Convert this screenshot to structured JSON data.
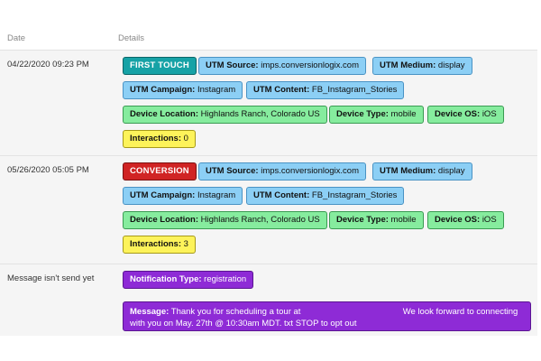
{
  "table": {
    "col_date": "Date",
    "col_details": "Details"
  },
  "rows": [
    {
      "date": "04/22/2020 09:23 PM",
      "event": "FIRST TOUCH",
      "utm_source_key": "UTM Source:",
      "utm_source_val": "imps.conversionlogix.com",
      "utm_medium_key": "UTM Medium:",
      "utm_medium_val": "display",
      "utm_campaign_key": "UTM Campaign:",
      "utm_campaign_val": "Instagram",
      "utm_content_key": "UTM Content:",
      "utm_content_val": "FB_Instagram_Stories",
      "device_location_key": "Device Location:",
      "device_location_val": "Highlands Ranch, Colorado US",
      "device_type_key": "Device Type:",
      "device_type_val": "mobile",
      "device_os_key": "Device OS:",
      "device_os_val": "iOS",
      "interactions_key": "Interactions:",
      "interactions_val": "0"
    },
    {
      "date": "05/26/2020 05:05 PM",
      "event": "CONVERSION",
      "utm_source_key": "UTM Source:",
      "utm_source_val": "imps.conversionlogix.com",
      "utm_medium_key": "UTM Medium:",
      "utm_medium_val": "display",
      "utm_campaign_key": "UTM Campaign:",
      "utm_campaign_val": "Instagram",
      "utm_content_key": "UTM Content:",
      "utm_content_val": "FB_Instagram_Stories",
      "device_location_key": "Device Location:",
      "device_location_val": "Highlands Ranch, Colorado US",
      "device_type_key": "Device Type:",
      "device_type_val": "mobile",
      "device_os_key": "Device OS:",
      "device_os_val": "iOS",
      "interactions_key": "Interactions:",
      "interactions_val": "3"
    }
  ],
  "message_row": {
    "date": "Message isn't send yet",
    "notification_key": "Notification Type:",
    "notification_val": "registration",
    "message_key": "Message:",
    "message_part1": "Thank you for scheduling a tour at",
    "message_part2": "We look forward to connecting",
    "message_line2": "with you on May. 27th @ 10:30am MDT. txt STOP to opt out"
  },
  "colors": {
    "first_touch": "#16a2a6",
    "conversion": "#d02424",
    "utm": "#8ccff5",
    "device": "#86ec9e",
    "interactions": "#fdf35a",
    "message": "#8e2bd6"
  }
}
